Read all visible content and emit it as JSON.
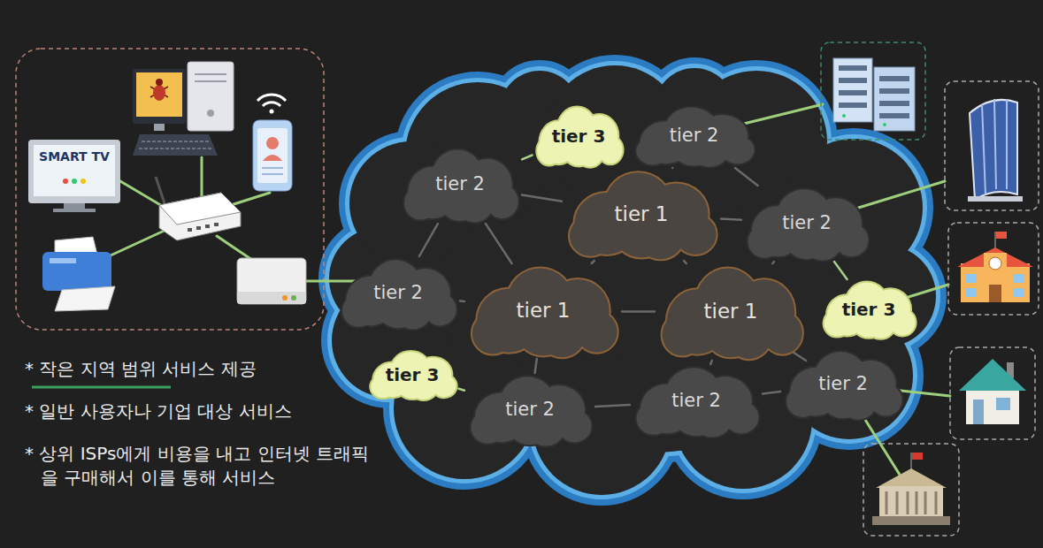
{
  "diagram": {
    "nodes": [
      {
        "text": [
          "tier 3"
        ]
      },
      {
        "text": [
          "tier 2"
        ]
      },
      {
        "text": [
          "tier 2"
        ]
      },
      {
        "text": [
          "tier 1"
        ]
      },
      {
        "text": [
          "tier 2"
        ]
      },
      {
        "text": [
          "tier 2"
        ]
      },
      {
        "text": [
          "tier 3"
        ]
      },
      {
        "text": [
          "tier 1"
        ]
      },
      {
        "text": [
          "tier 1"
        ]
      },
      {
        "text": [
          "tier 3"
        ]
      },
      {
        "text": [
          "tier 2"
        ]
      },
      {
        "text": [
          "tier 2"
        ]
      },
      {
        "text": [
          "tier 2"
        ]
      }
    ],
    "edges": [
      {
        "from": 0,
        "to": 2,
        "arrow": "none"
      },
      {
        "from": 1,
        "to": 3,
        "arrow": "none"
      },
      {
        "from": 1,
        "to": 4,
        "arrow": "none"
      },
      {
        "from": 2,
        "to": 3,
        "arrow": "none"
      },
      {
        "from": 2,
        "to": 5,
        "arrow": "none"
      },
      {
        "from": 2,
        "to": 7,
        "arrow": "none"
      },
      {
        "from": 3,
        "to": 4,
        "arrow": "none"
      },
      {
        "from": 3,
        "to": 7,
        "arrow": "none"
      },
      {
        "from": 3,
        "to": 8,
        "arrow": "none"
      },
      {
        "from": 4,
        "to": 6,
        "arrow": "none"
      },
      {
        "from": 4,
        "to": 8,
        "arrow": "none"
      },
      {
        "from": 5,
        "to": 7,
        "arrow": "none"
      },
      {
        "from": 7,
        "to": 8,
        "arrow": "none"
      },
      {
        "from": 7,
        "to": 12,
        "arrow": "none"
      },
      {
        "from": 8,
        "to": 11,
        "arrow": "none"
      },
      {
        "from": 8,
        "to": 10,
        "arrow": "none"
      },
      {
        "from": 9,
        "to": 12,
        "arrow": "none"
      },
      {
        "from": 12,
        "to": 11,
        "arrow": "none"
      },
      {
        "from": 11,
        "to": 10,
        "arrow": "none"
      }
    ],
    "labels": [
      "SMART TV",
      "* 작은 지역 범위 서비스 제공",
      "* 일반 사용자나 기업 대상 서비스",
      "* 상위 ISPs에게 비용을 내고 인터넷 트래픽을 구매해서 이를 통해 서비스"
    ]
  }
}
